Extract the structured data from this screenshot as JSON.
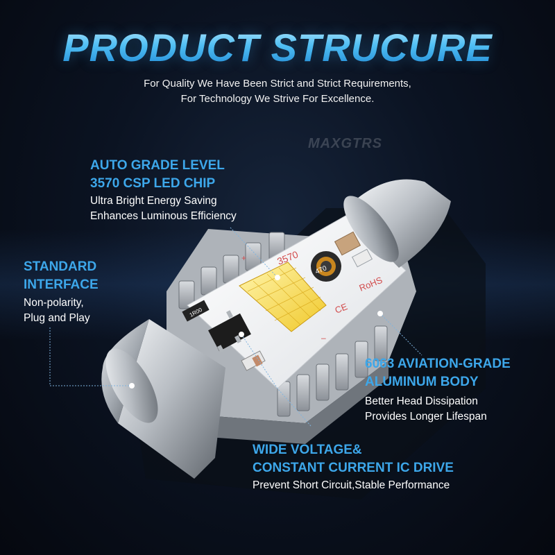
{
  "header": {
    "title": "PRODUCT STRUCURE",
    "subtitle_line1": "For Quality We Have Been Strict and Strict Requirements,",
    "subtitle_line2": "For Technology We Strive For Excellence."
  },
  "brand": "MAXGTRS",
  "features": {
    "chip": {
      "title_line1": "AUTO GRADE LEVEL",
      "title_line2": "3570 CSP LED CHIP",
      "desc_line1": "Ultra Bright Energy Saving",
      "desc_line2": "Enhances Luminous Efficiency"
    },
    "interface": {
      "title_line1": "STANDARD",
      "title_line2": "INTERFACE",
      "desc_line1": "Non-polarity,",
      "desc_line2": "Plug and Play"
    },
    "body": {
      "title_line1": "6063 AVIATION-GRADE",
      "title_line2": "ALUMINUM BODY",
      "desc_line1": "Better Head Dissipation",
      "desc_line2": "Provides Longer Lifespan"
    },
    "driver": {
      "title_line1": "WIDE VOLTAGE&",
      "title_line2": "CONSTANT CURRENT IC DRIVE",
      "desc_line1": "Prevent Short Circuit,Stable Performance"
    }
  },
  "pcb_labels": {
    "model": "3570",
    "inductor": "470",
    "rohs": "RoHS",
    "ce": "CE",
    "resistor": "1R00",
    "plus": "+",
    "minus": "–"
  },
  "colors": {
    "accent": "#3da7ea",
    "title_blue": "#2aa8ee",
    "background": "#0b1322"
  }
}
